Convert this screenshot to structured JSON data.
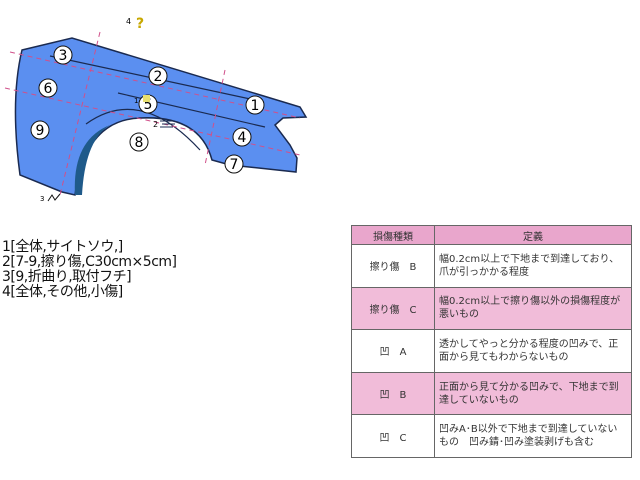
{
  "diagram": {
    "marker_labels": [
      "4",
      "1",
      "2",
      "3"
    ],
    "areas": [
      "1",
      "2",
      "3",
      "4",
      "5",
      "6",
      "7",
      "8",
      "9"
    ],
    "colors": {
      "panel": "#5b8ff0",
      "dashed": "#d0508a",
      "outline": "#1a2a50"
    }
  },
  "notes": [
    "1[全体,サイトソウ,]",
    "2[7-9,擦り傷,C30cm×5cm]",
    "3[9,折曲り,取付フチ]",
    "4[全体,その他,小傷]"
  ],
  "table": {
    "headers": [
      "損傷種類",
      "定義"
    ],
    "rows": [
      {
        "type": "擦り傷　B",
        "def": "幅0.2cm以上で下地まで到達しており、爪が引っかかる程度"
      },
      {
        "type": "擦り傷　C",
        "def": "幅0.2cm以上で擦り傷以外の損傷程度が悪いもの"
      },
      {
        "type": "凹　A",
        "def": "透かしてやっと分かる程度の凹みで、正面から見てもわからないもの"
      },
      {
        "type": "凹　B",
        "def": "正面から見て分かる凹みで、下地まで到達していないもの"
      },
      {
        "type": "凹　C",
        "def": "凹みA･B以外で下地まで到達していないもの　凹み錆･凹み塗装剥げも含む"
      }
    ],
    "colors": {
      "header": "#e9a6cc",
      "pink_row": "#f1bcd9"
    }
  }
}
